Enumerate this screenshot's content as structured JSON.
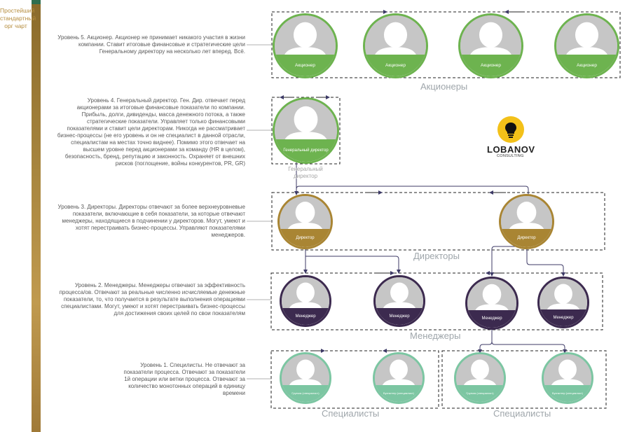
{
  "sidebar": {
    "title": "Простейший стандартный орг чарт"
  },
  "levels": {
    "l5": "Уровень 5. Акционер. Акционер не принимает никакого участия в жизни компании. Ставит итоговые финансовые и стратегические цели Генеральному директору на несколько лет вперед. Всё.",
    "l4": "Уровень 4. Генеральный директор. Ген. Дир. отвечает перед акционерами за итоговые финансовые показатели по компании. Прибыль, долги, дивиденды, масса денежного потока, а также стратегические показатели. Управляет только финансовыми показателями и ставит цели директорам. Никогда не рассматривает бизнес-процессы (не его уровень и он не специалист в данной отрасли, специалистам на местах точно виднее). Помимо этого отвечает на высшем уровне перед акционерами за команду (HR в целом), безопасность, бренд, репутацию и законность. Охраняет от внешних рисков (поглощение, войны конкурентов, PR, GR)",
    "l3": "Уровень 3. Директоры. Директоры отвечают за более верхнеуровневые показатели, включающие в себя показатели, за которые отвечают менеджеры, находящиеся в подчинении у директоров. Могут, умеют и хотят перестраивать бизнес-процессы. Управляют показателями менеджеров.",
    "l2": "Уровень 2. Менеджеры. Менеджеры отвечают за эффективность процесса/ов. Отвечают за реальные численно исчисляемые денежные показатели, то, что получается в результате выполнения операциями специалистами. Могут, умеют и хотят перестраивать бизнес-процессы для достижения своих целей по свои показателям",
    "l1": "Уровень 1. Специлисты. Не отвечают за показатели процесса. Отвечают за показатели 1й операции или ветки процесса. Отвечают за количество монотонных операций в единицу времени"
  },
  "groups": {
    "shareholders": "Акционеры",
    "ceo": "Генеральный директор",
    "directors": "Директоры",
    "managers": "Менеджеры",
    "specialists_left": "Специалисты",
    "specialists_right": "Специалисты"
  },
  "nodes": {
    "shareholder": "Акционер",
    "ceo": "Генеральный директор",
    "director": "Директор",
    "manager": "Менеджер",
    "spec_left_1": "Грузчик (специалист)",
    "spec_left_2": "Бухгалтер (специалист)",
    "spec_right_1": "Грузчик (специалист)",
    "spec_right_2": "Бухгалтер (специалист)"
  },
  "logo": {
    "name": "LOBANOV",
    "sub": "CONSULTING"
  },
  "colors": {
    "shareholder_band": "#6db34f",
    "ceo_band": "#6db34f",
    "director_band": "#a98533",
    "manager_band": "#3c2a4f",
    "specialist_band": "#7cc6a2",
    "connector": "#3d3a66",
    "sidebar": "#a8863f",
    "logo_bulb": "#f3c119"
  }
}
